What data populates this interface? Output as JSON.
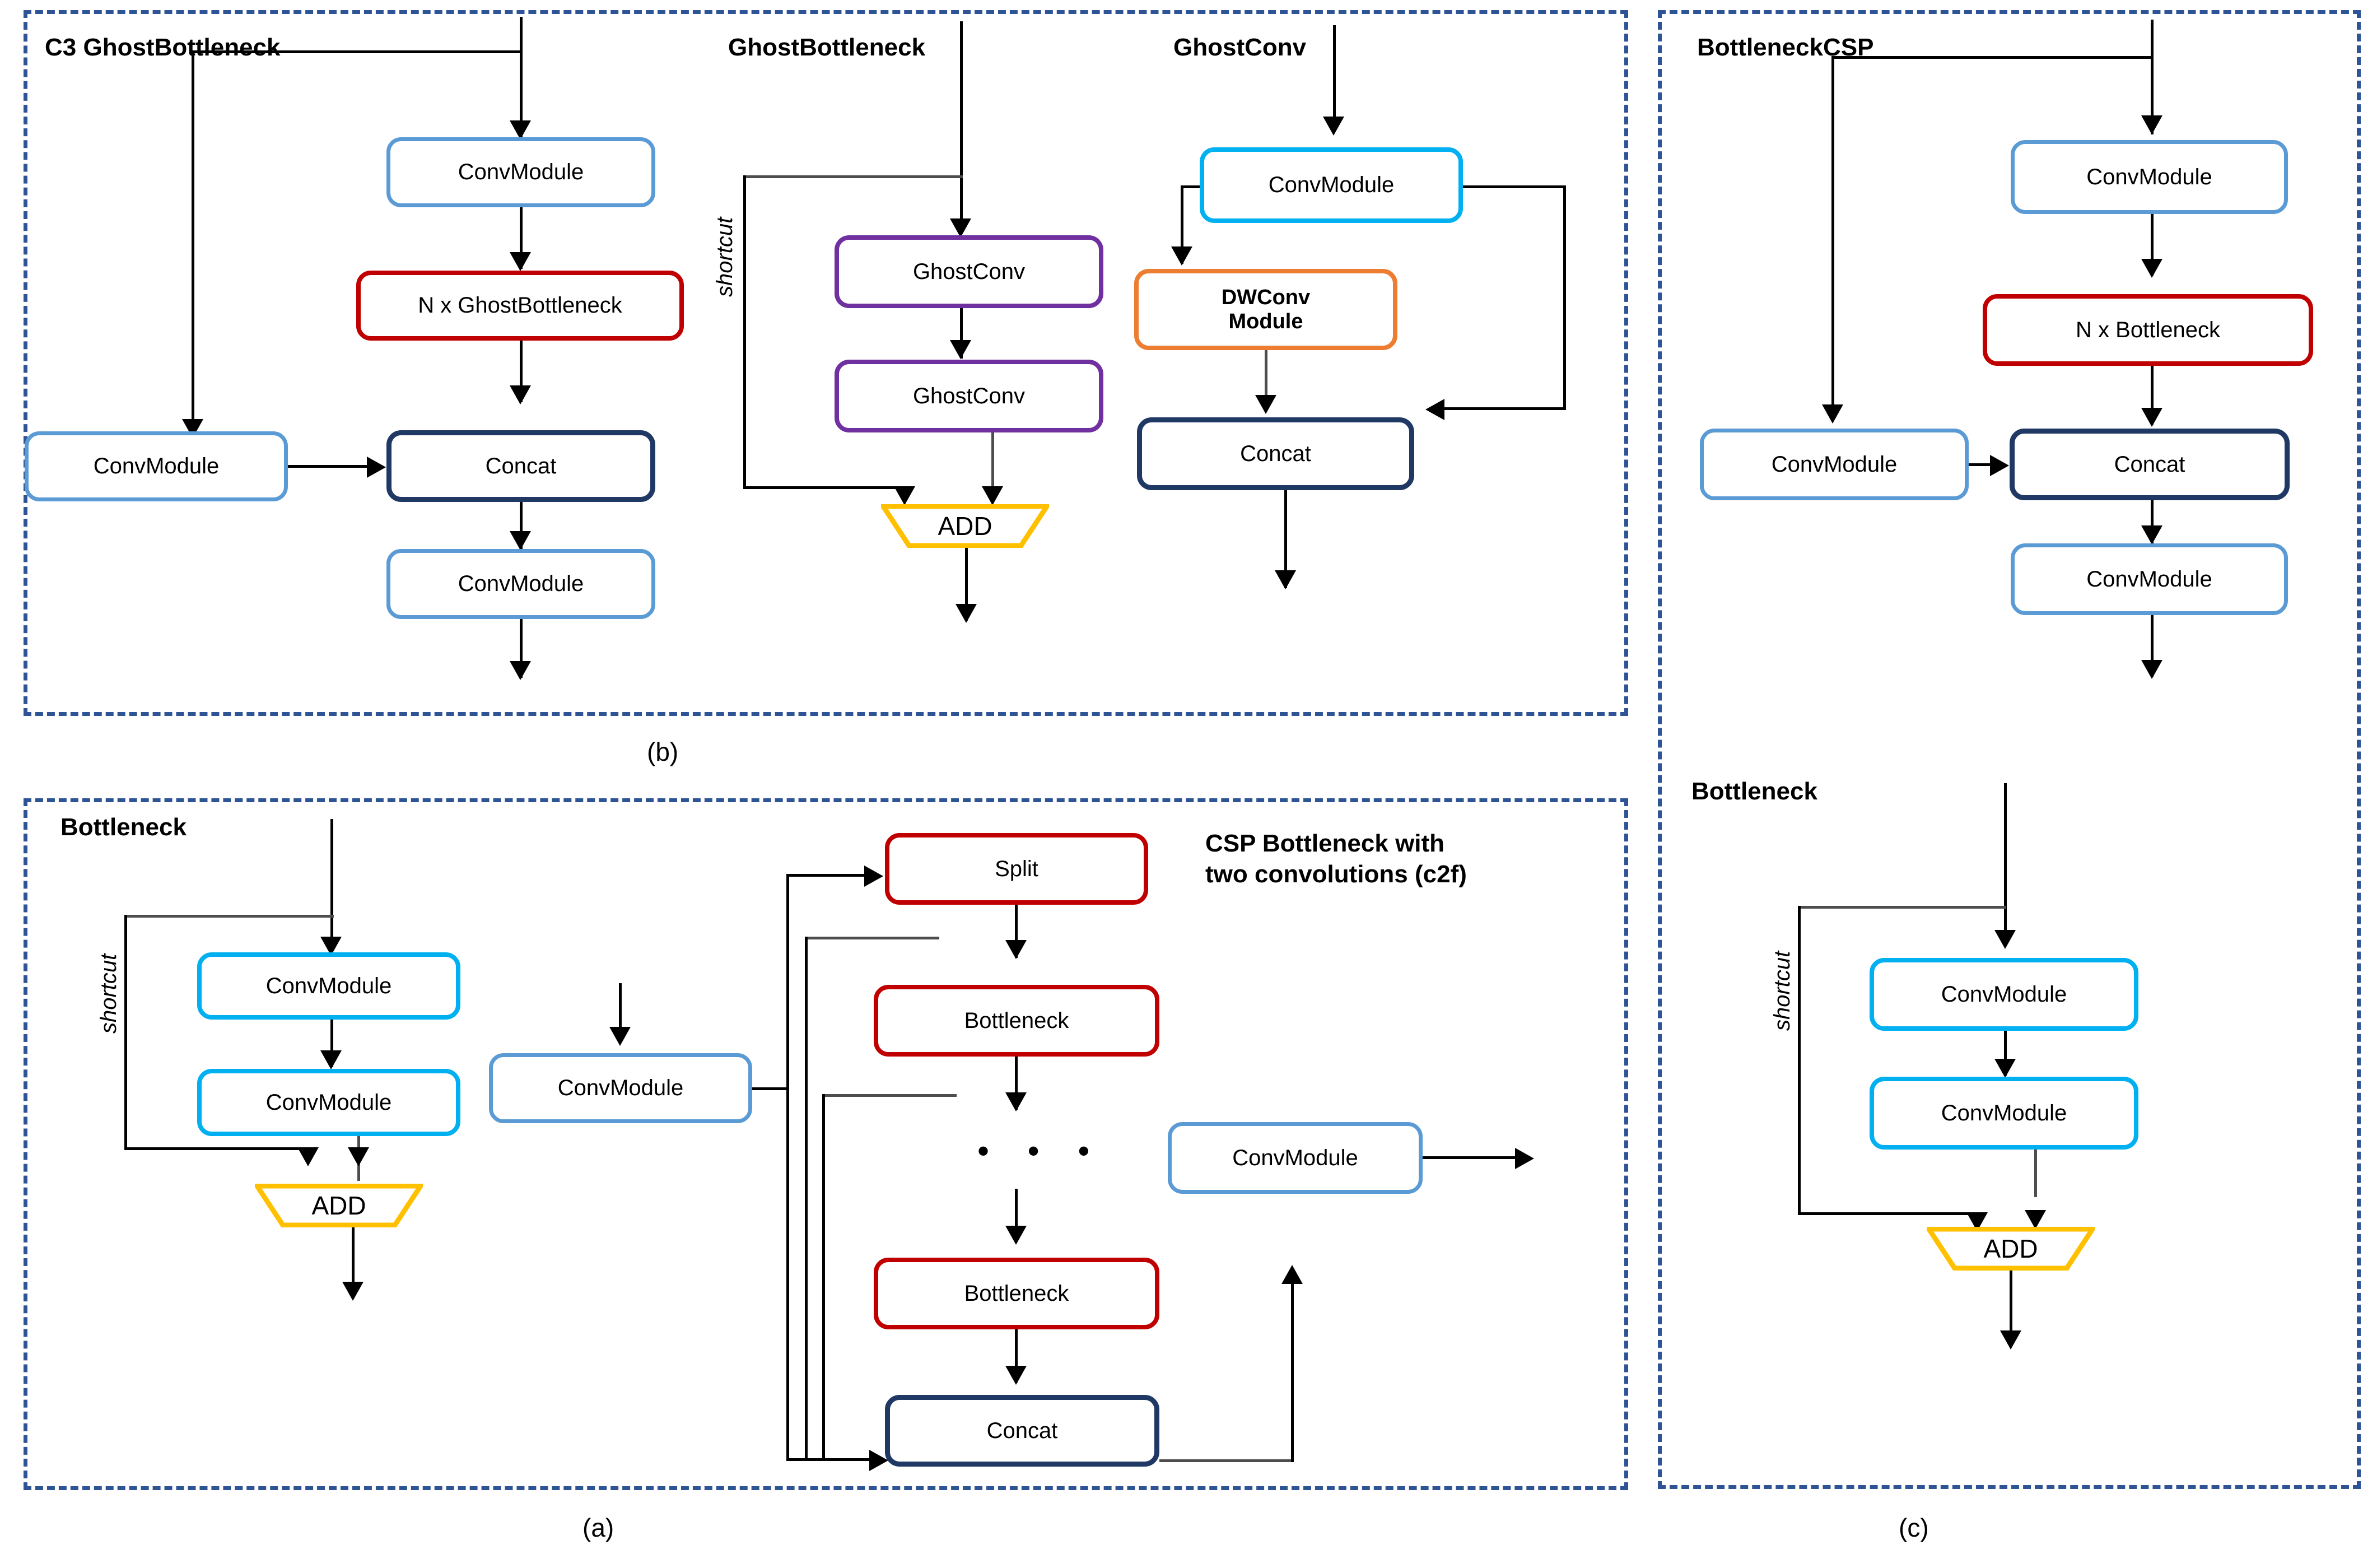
{
  "figure": {
    "captions": [
      {
        "id": "b",
        "text": "(b)"
      },
      {
        "id": "a",
        "text": "(a)"
      },
      {
        "id": "c",
        "text": "(c)"
      }
    ]
  },
  "panel_b": {
    "groups": [
      {
        "title": "C3 GhostBottleneck",
        "nodes": [
          {
            "label": "ConvModule",
            "style": "blue"
          },
          {
            "label": "N x GhostBottleneck",
            "style": "red"
          },
          {
            "label": "ConvModule",
            "style": "blue"
          },
          {
            "label": "Concat",
            "style": "navy"
          },
          {
            "label": "ConvModule",
            "style": "blue"
          }
        ]
      },
      {
        "title": "GhostBottleneck",
        "shortcut_label": "shortcut",
        "nodes": [
          {
            "label": "GhostConv",
            "style": "purple"
          },
          {
            "label": "GhostConv",
            "style": "purple"
          },
          {
            "label": "ADD",
            "style": "add"
          }
        ]
      },
      {
        "title": "GhostConv",
        "nodes": [
          {
            "label": "ConvModule",
            "style": "cyan"
          },
          {
            "label": "DWConv\nModule",
            "style": "orange"
          },
          {
            "label": "Concat",
            "style": "navy"
          }
        ]
      }
    ]
  },
  "panel_a": {
    "groups": [
      {
        "title": "Bottleneck",
        "shortcut_label": "shortcut",
        "nodes": [
          {
            "label": "ConvModule",
            "style": "cyan"
          },
          {
            "label": "ConvModule",
            "style": "cyan"
          },
          {
            "label": "ADD",
            "style": "add"
          }
        ]
      },
      {
        "title": "CSP Bottleneck with\ntwo convolutions (c2f)",
        "ellipsis": "•  •  •",
        "nodes": [
          {
            "label": "ConvModule",
            "style": "blue"
          },
          {
            "label": "Split",
            "style": "red"
          },
          {
            "label": "Bottleneck",
            "style": "red"
          },
          {
            "label": "Bottleneck",
            "style": "red"
          },
          {
            "label": "Concat",
            "style": "navy"
          },
          {
            "label": "ConvModule",
            "style": "blue"
          }
        ]
      }
    ]
  },
  "panel_right": {
    "groups": [
      {
        "title": "BottleneckCSP",
        "nodes": [
          {
            "label": "ConvModule",
            "style": "blue"
          },
          {
            "label": "N x Bottleneck",
            "style": "red"
          },
          {
            "label": "ConvModule",
            "style": "blue"
          },
          {
            "label": "Concat",
            "style": "navy"
          },
          {
            "label": "ConvModule",
            "style": "blue"
          }
        ]
      },
      {
        "title": "Bottleneck",
        "shortcut_label": "shortcut",
        "nodes": [
          {
            "label": "ConvModule",
            "style": "cyan"
          },
          {
            "label": "ConvModule",
            "style": "cyan"
          },
          {
            "label": "ADD",
            "style": "add"
          }
        ]
      }
    ]
  },
  "colors": {
    "panel_border": "#2E5496",
    "blue": "#5B9BD5",
    "cyan": "#00B0F0",
    "red": "#C00000",
    "navy": "#1F3864",
    "purple": "#7030A0",
    "orange": "#ED7D31",
    "add_yellow": "#FFC000",
    "line": "#000000"
  }
}
